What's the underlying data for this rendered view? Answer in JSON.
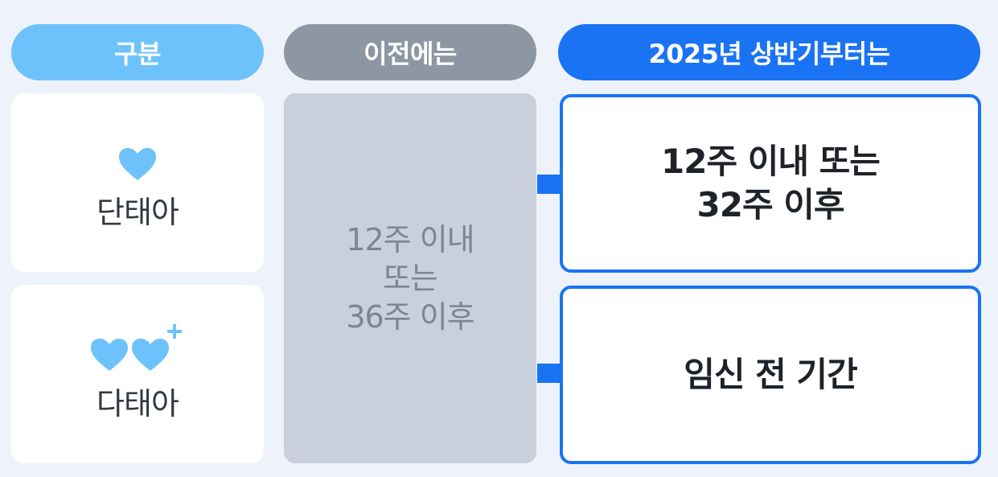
{
  "headers": {
    "category": "구분",
    "before": "이전에는",
    "after": "2025년 상반기부터는"
  },
  "rows": [
    {
      "type_label": "단태아",
      "icon": "heart-icon"
    },
    {
      "type_label": "다태아",
      "icon": "double-heart-plus-icon"
    }
  ],
  "before_value": {
    "line1": "12주 이내",
    "line2": "또는",
    "line3": "36주 이후"
  },
  "after_values": {
    "single": {
      "line1": "12주 이내 또는",
      "line2": "32주 이후"
    },
    "multi": {
      "line1": "임신 전 기간"
    }
  },
  "colors": {
    "category_header": "#6ec2fb",
    "before_header": "#8d97a3",
    "after_header": "#1a73f3",
    "heart": "#6ec2fb",
    "arrow": "#1a73f3"
  }
}
